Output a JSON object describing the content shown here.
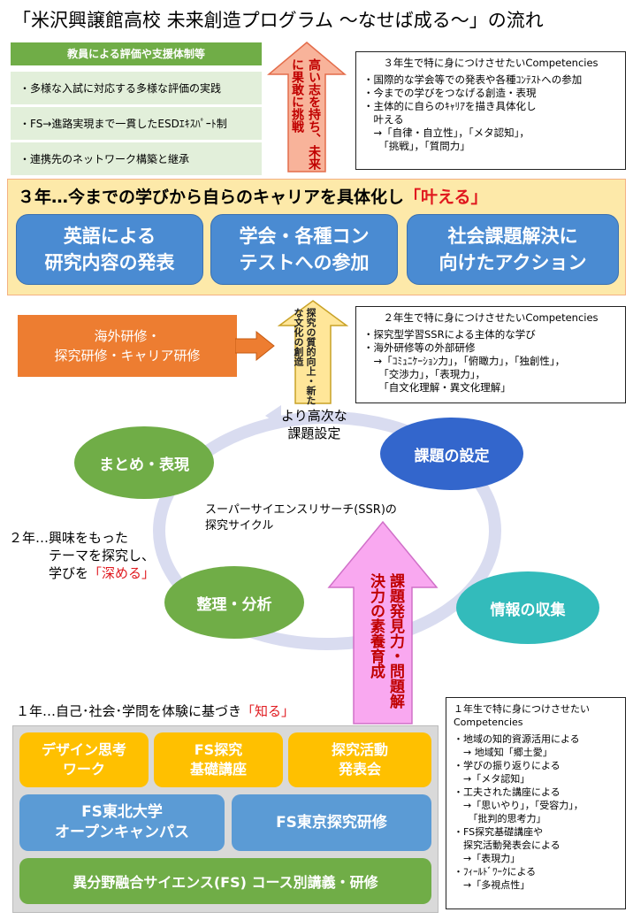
{
  "title": "「米沢興譲館高校 未来創造プログラム 〜なせば成る〜」の流れ",
  "teacher_panel": {
    "heading": "教員による評価や支援体制等",
    "items": [
      "・多様な入試に対応する多様な評価の実践",
      "・FS→進路実現まで一貫したESDｴｷｽﾊﾟｰﾄ制",
      "・連携先のネットワーク構築と継承"
    ]
  },
  "arrow_top": {
    "text": "高い志を持ち、未来に果敢に挑戦"
  },
  "comp3": {
    "title": "３年生で特に身につけさせたいCompetencies",
    "lines": [
      "・国際的な学会等での発表や各種ｺﾝﾃｽﾄへの参加",
      "・今までの学びをつなげる創造・表現",
      "・主体的に自らのｷｬﾘｱを描き具体化し",
      "　叶える",
      "　→「自律・自立性」，「メタ認知」，",
      "　　「挑戦」，「質問力」"
    ]
  },
  "year3": {
    "title_prefix": "３年…今までの学びから自らのキャリアを具体化し",
    "title_emph": "「叶える」",
    "buttons": [
      "英語による\n研究内容の発表",
      "学会・各種コン\nテストへの参加",
      "社会課題解決に\n向けたアクション"
    ]
  },
  "overseas": {
    "text": "海外研修・\n探究研修・キャリア研修"
  },
  "arrow_mid": {
    "text": "探究の質的向上・新たな文化の創造"
  },
  "comp2": {
    "title": "２年生で特に身につけさせたいCompetencies",
    "lines": [
      "・探究型学習SSRによる主体的な学び",
      "・海外研修等の外部研修",
      "　→「ｺﾐｭﾆｹｰｼｮﾝ力」，「俯瞰力」，「独創性」，",
      "　　「交渉力」，「表現力」，",
      "　　「自文化理解・異文化理解」"
    ]
  },
  "cycle": {
    "higher": "より高次な\n課題設定",
    "center": "スーパーサイエンスリサーチ(SSR)の\n探究サイクル",
    "nodes": [
      "まとめ・表現",
      "課題の設定",
      "整理・分析",
      "情報の収集"
    ]
  },
  "year2": {
    "prefix": "２年…興味をもった\n　　　テーマを探究し、\n　　　学びを",
    "emph": "「深める」"
  },
  "arrow_bottom": {
    "text": "課題発見力・問題解決力の素養育成"
  },
  "year1": {
    "prefix": "１年…自己･社会･学問を体験に基づき",
    "emph": "「知る」"
  },
  "comp1": {
    "title": "１年生で特に身につけさせたい\nCompetencies",
    "lines": [
      "・地域の知的資源活用による",
      "　→ 地域知「郷土愛」",
      "・学びの振り返りによる",
      "　→「メタ認知」",
      "・工夫された講座による",
      "　→「思いやり」，「受容力」，",
      "　　「批判的思考力」",
      "・FS探究基礎講座や",
      "　探究活動発表会による",
      "　→「表現力」",
      "・ﾌｨｰﾙﾄﾞﾜｰｸによる",
      "　→「多視点性」"
    ]
  },
  "bottom": {
    "row1": [
      "デザイン思考\nワーク",
      "FS探究\n基礎講座",
      "探究活動\n発表会"
    ],
    "row2": [
      "FS東北大学\nオープンキャンパス",
      "FS東京探究研修"
    ],
    "row3": "異分野融合サイエンス(FS) コース別講義・研修"
  },
  "colors": {
    "green": "#70ad47",
    "light_green": "#e2efda",
    "orange": "#ed7d31",
    "blue": "#4a8bd2",
    "yellow_band": "#fde9a9",
    "gold": "#ffc000",
    "red_text": "#e0181e",
    "pink_arrow": "#f9a8f0",
    "salmon_arrow": "#f8b39a",
    "gold_arrow": "#ffe699",
    "navy_node": "#3366cc",
    "teal_node": "#33bbbb"
  }
}
